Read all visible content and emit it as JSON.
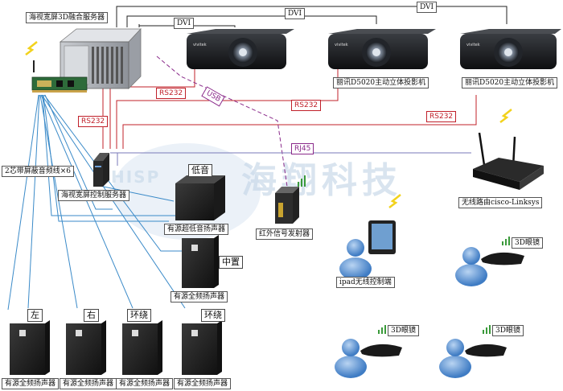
{
  "watermark": {
    "company": "海翔科技",
    "latin": "HISP"
  },
  "cables": {
    "dvi": "DVI",
    "rs232": "RS232",
    "usb": "USB",
    "rj45": "RJ45"
  },
  "devices": {
    "server": "海视宽屏3D融合服务器",
    "controller": "海视宽屏控制服务器",
    "audio_cable": "2芯带屏蔽音频线×6",
    "projector_1": "丽讯D5020主动立体投影机",
    "projector_2": "丽讯D5020主动立体投影机",
    "router": "无线路由cisco-Linksys",
    "ir_emitter": "红外信号发射器",
    "ipad": "ipad无线控制端",
    "glasses": "3D眼镜"
  },
  "speakers": {
    "sub_tag": "低音",
    "sub_name": "有源超低音扬声器",
    "center_tag": "中置",
    "full_range": "有源全频扬声器",
    "left_tag": "左",
    "right_tag": "右",
    "surround_tag": "环绕"
  },
  "colors": {
    "rs232": "#c0202a",
    "usb": "#8a2a8a",
    "rj45": "#7a7ab8",
    "audio": "#3a8ac8",
    "dvi": "#222222"
  }
}
